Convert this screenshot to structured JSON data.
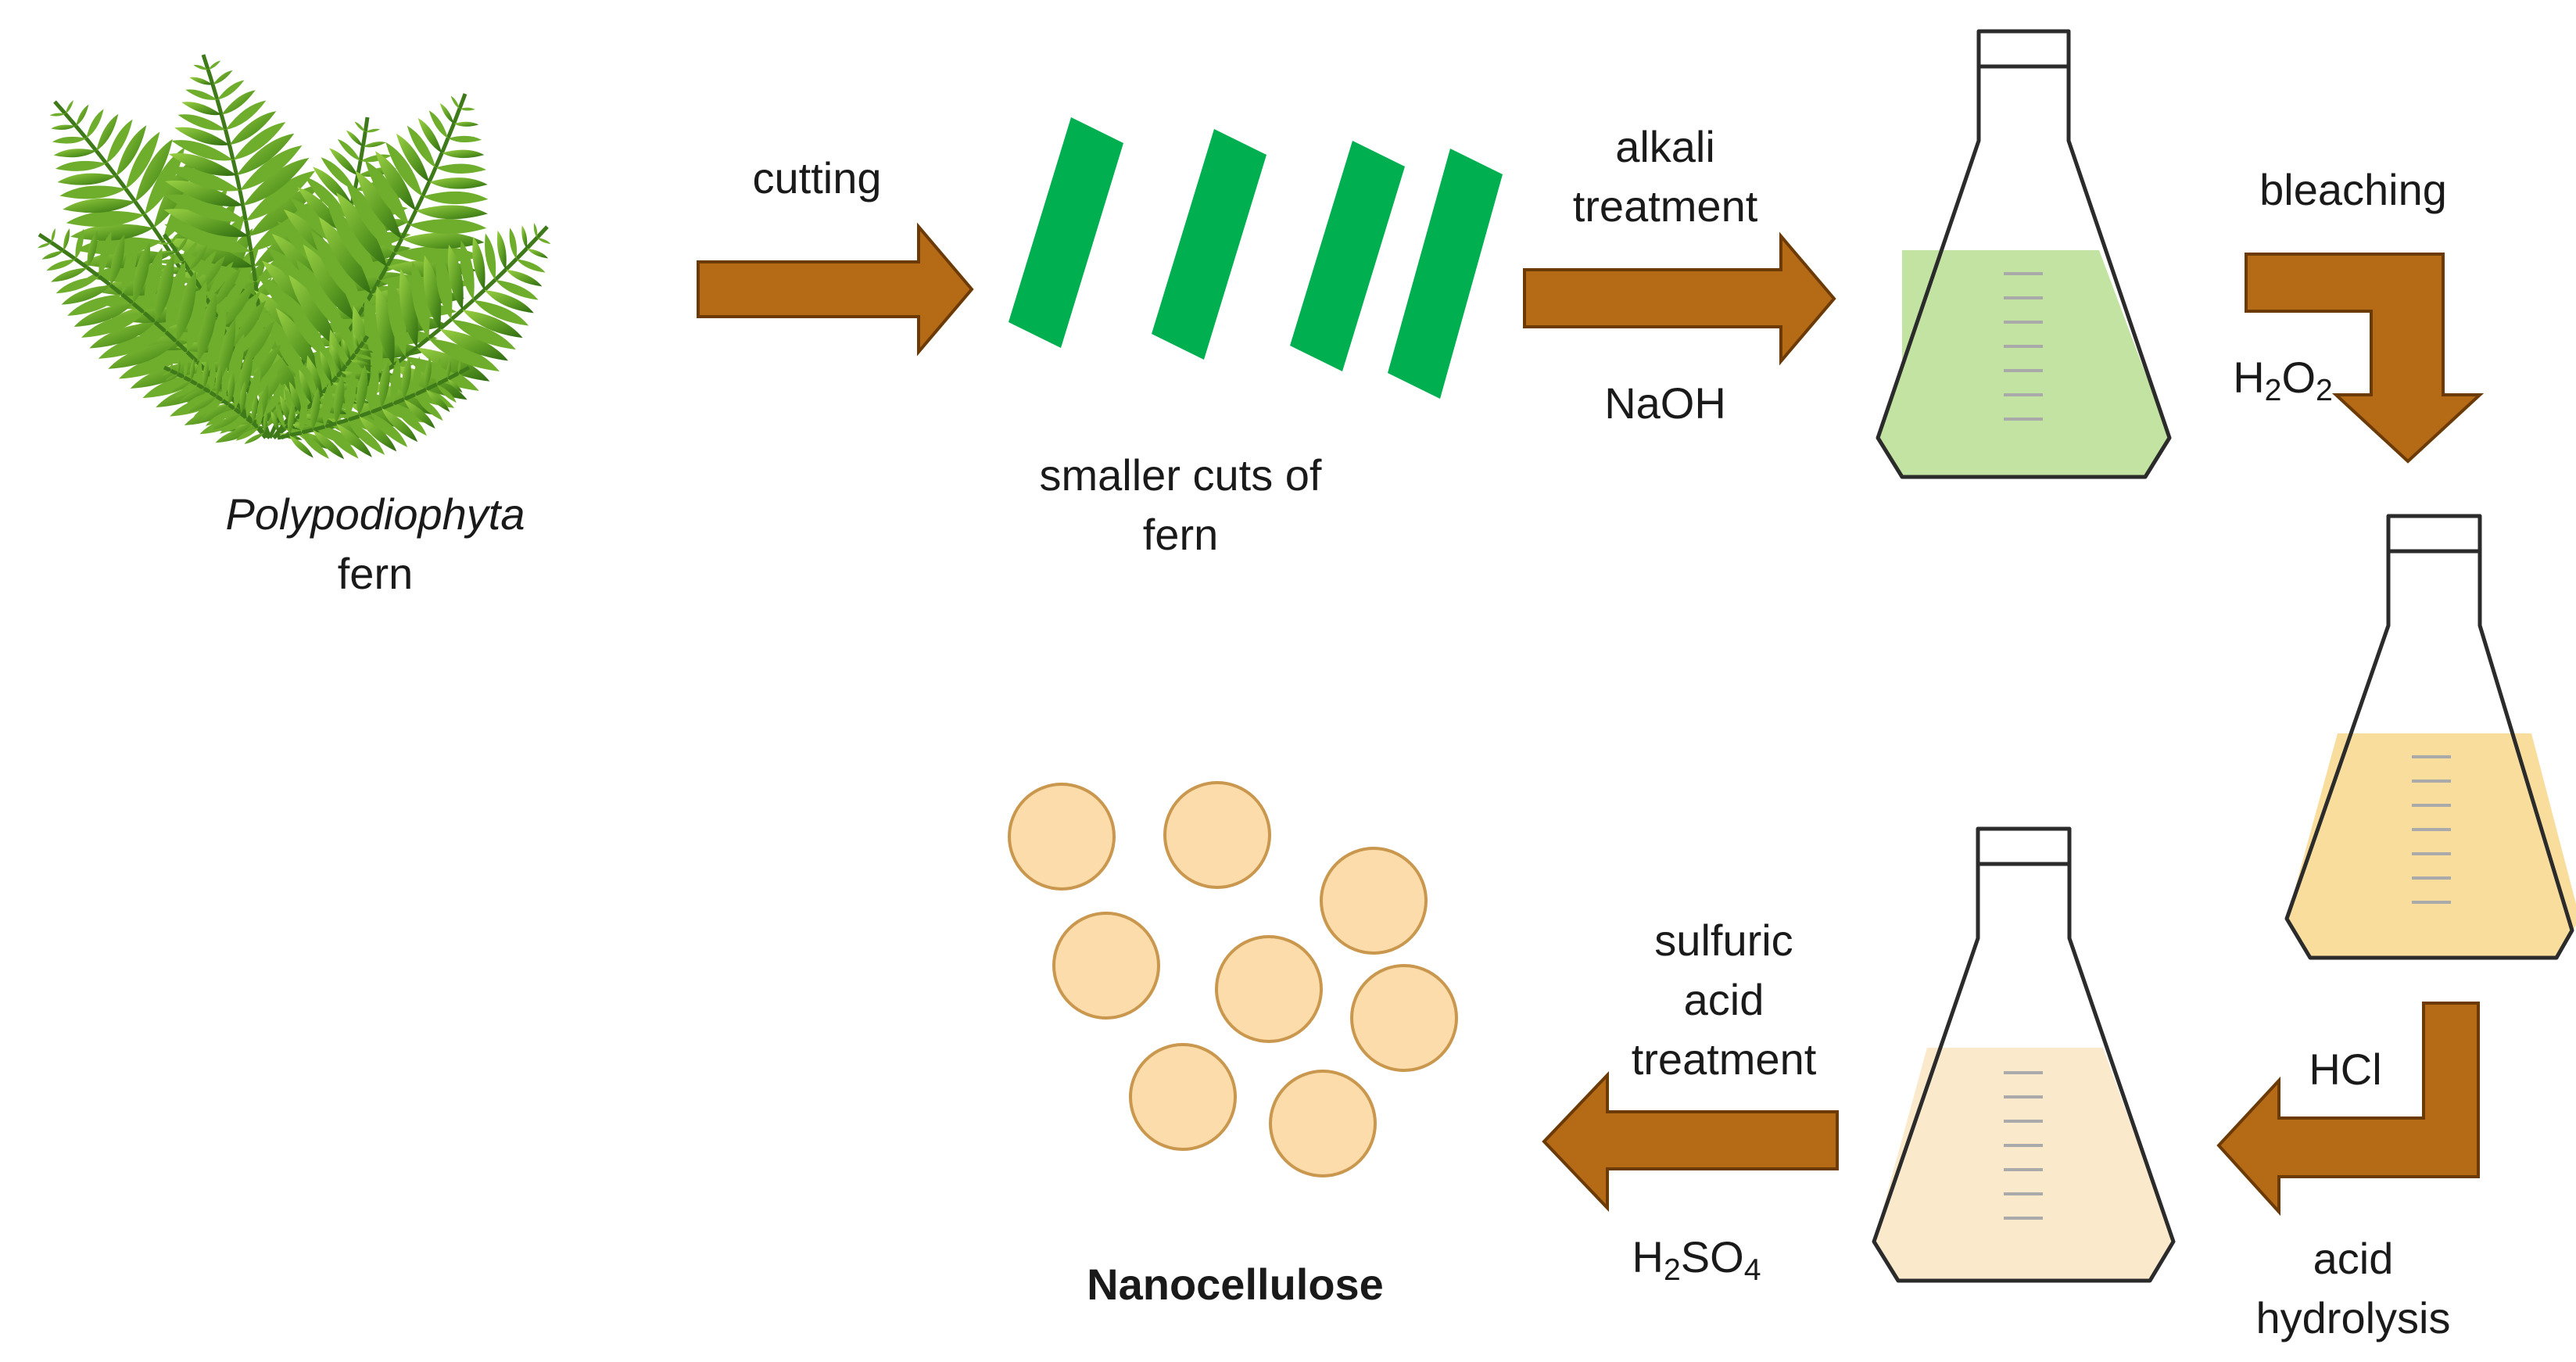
{
  "steps": {
    "fern_label_species": "Polypodiophyta",
    "fern_label_word": "fern",
    "cutting": "cutting",
    "cuts_label_1": "smaller cuts of",
    "cuts_label_2": "fern",
    "alkali_1": "alkali",
    "alkali_2": "treatment",
    "naoh": "NaOH",
    "bleaching": "bleaching",
    "h2o2": {
      "a": "H",
      "b": "2",
      "c": "O",
      "d": "2"
    },
    "hcl": "HCl",
    "acid_1": "acid",
    "acid_2": "hydrolysis",
    "sulfuric_1": "sulfuric",
    "sulfuric_2": "acid",
    "sulfuric_3": "treatment",
    "h2so4": {
      "a": "H",
      "b": "2",
      "c": "SO",
      "d": "4"
    },
    "nanocellulose": "Nanocellulose"
  },
  "colors": {
    "arrow": "#b56a16",
    "strip": "#00b050",
    "liquid_green": "#c3e3a2",
    "liquid_yellow": "#f9dd9d",
    "liquid_cream": "#fbe9cc",
    "particle": "#fcdcaa",
    "particle_edge": "#c9974d",
    "fern_dark": "#2f6a12",
    "fern_light": "#8fc93a"
  }
}
